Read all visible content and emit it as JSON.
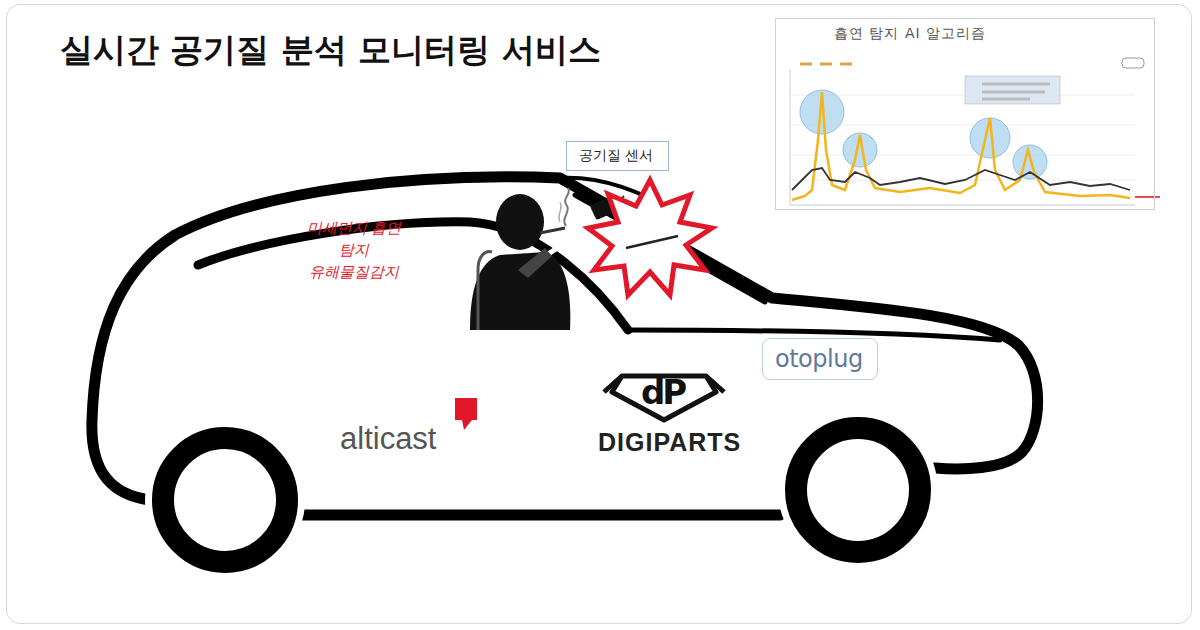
{
  "diagram": {
    "title": "실시간 공기질 분석 모니터링 서비스",
    "nodes": [
      {
        "text": [
          "흡연 탐지 AI 알고리즘"
        ]
      },
      {
        "text": [
          "공기질 센서"
        ]
      },
      {
        "text": [
          "otoplug"
        ]
      }
    ],
    "labels": [
      "미세먼지 흡연 탐지 유해물질감지",
      "dP",
      "alticast",
      "DIGIPARTS"
    ]
  }
}
